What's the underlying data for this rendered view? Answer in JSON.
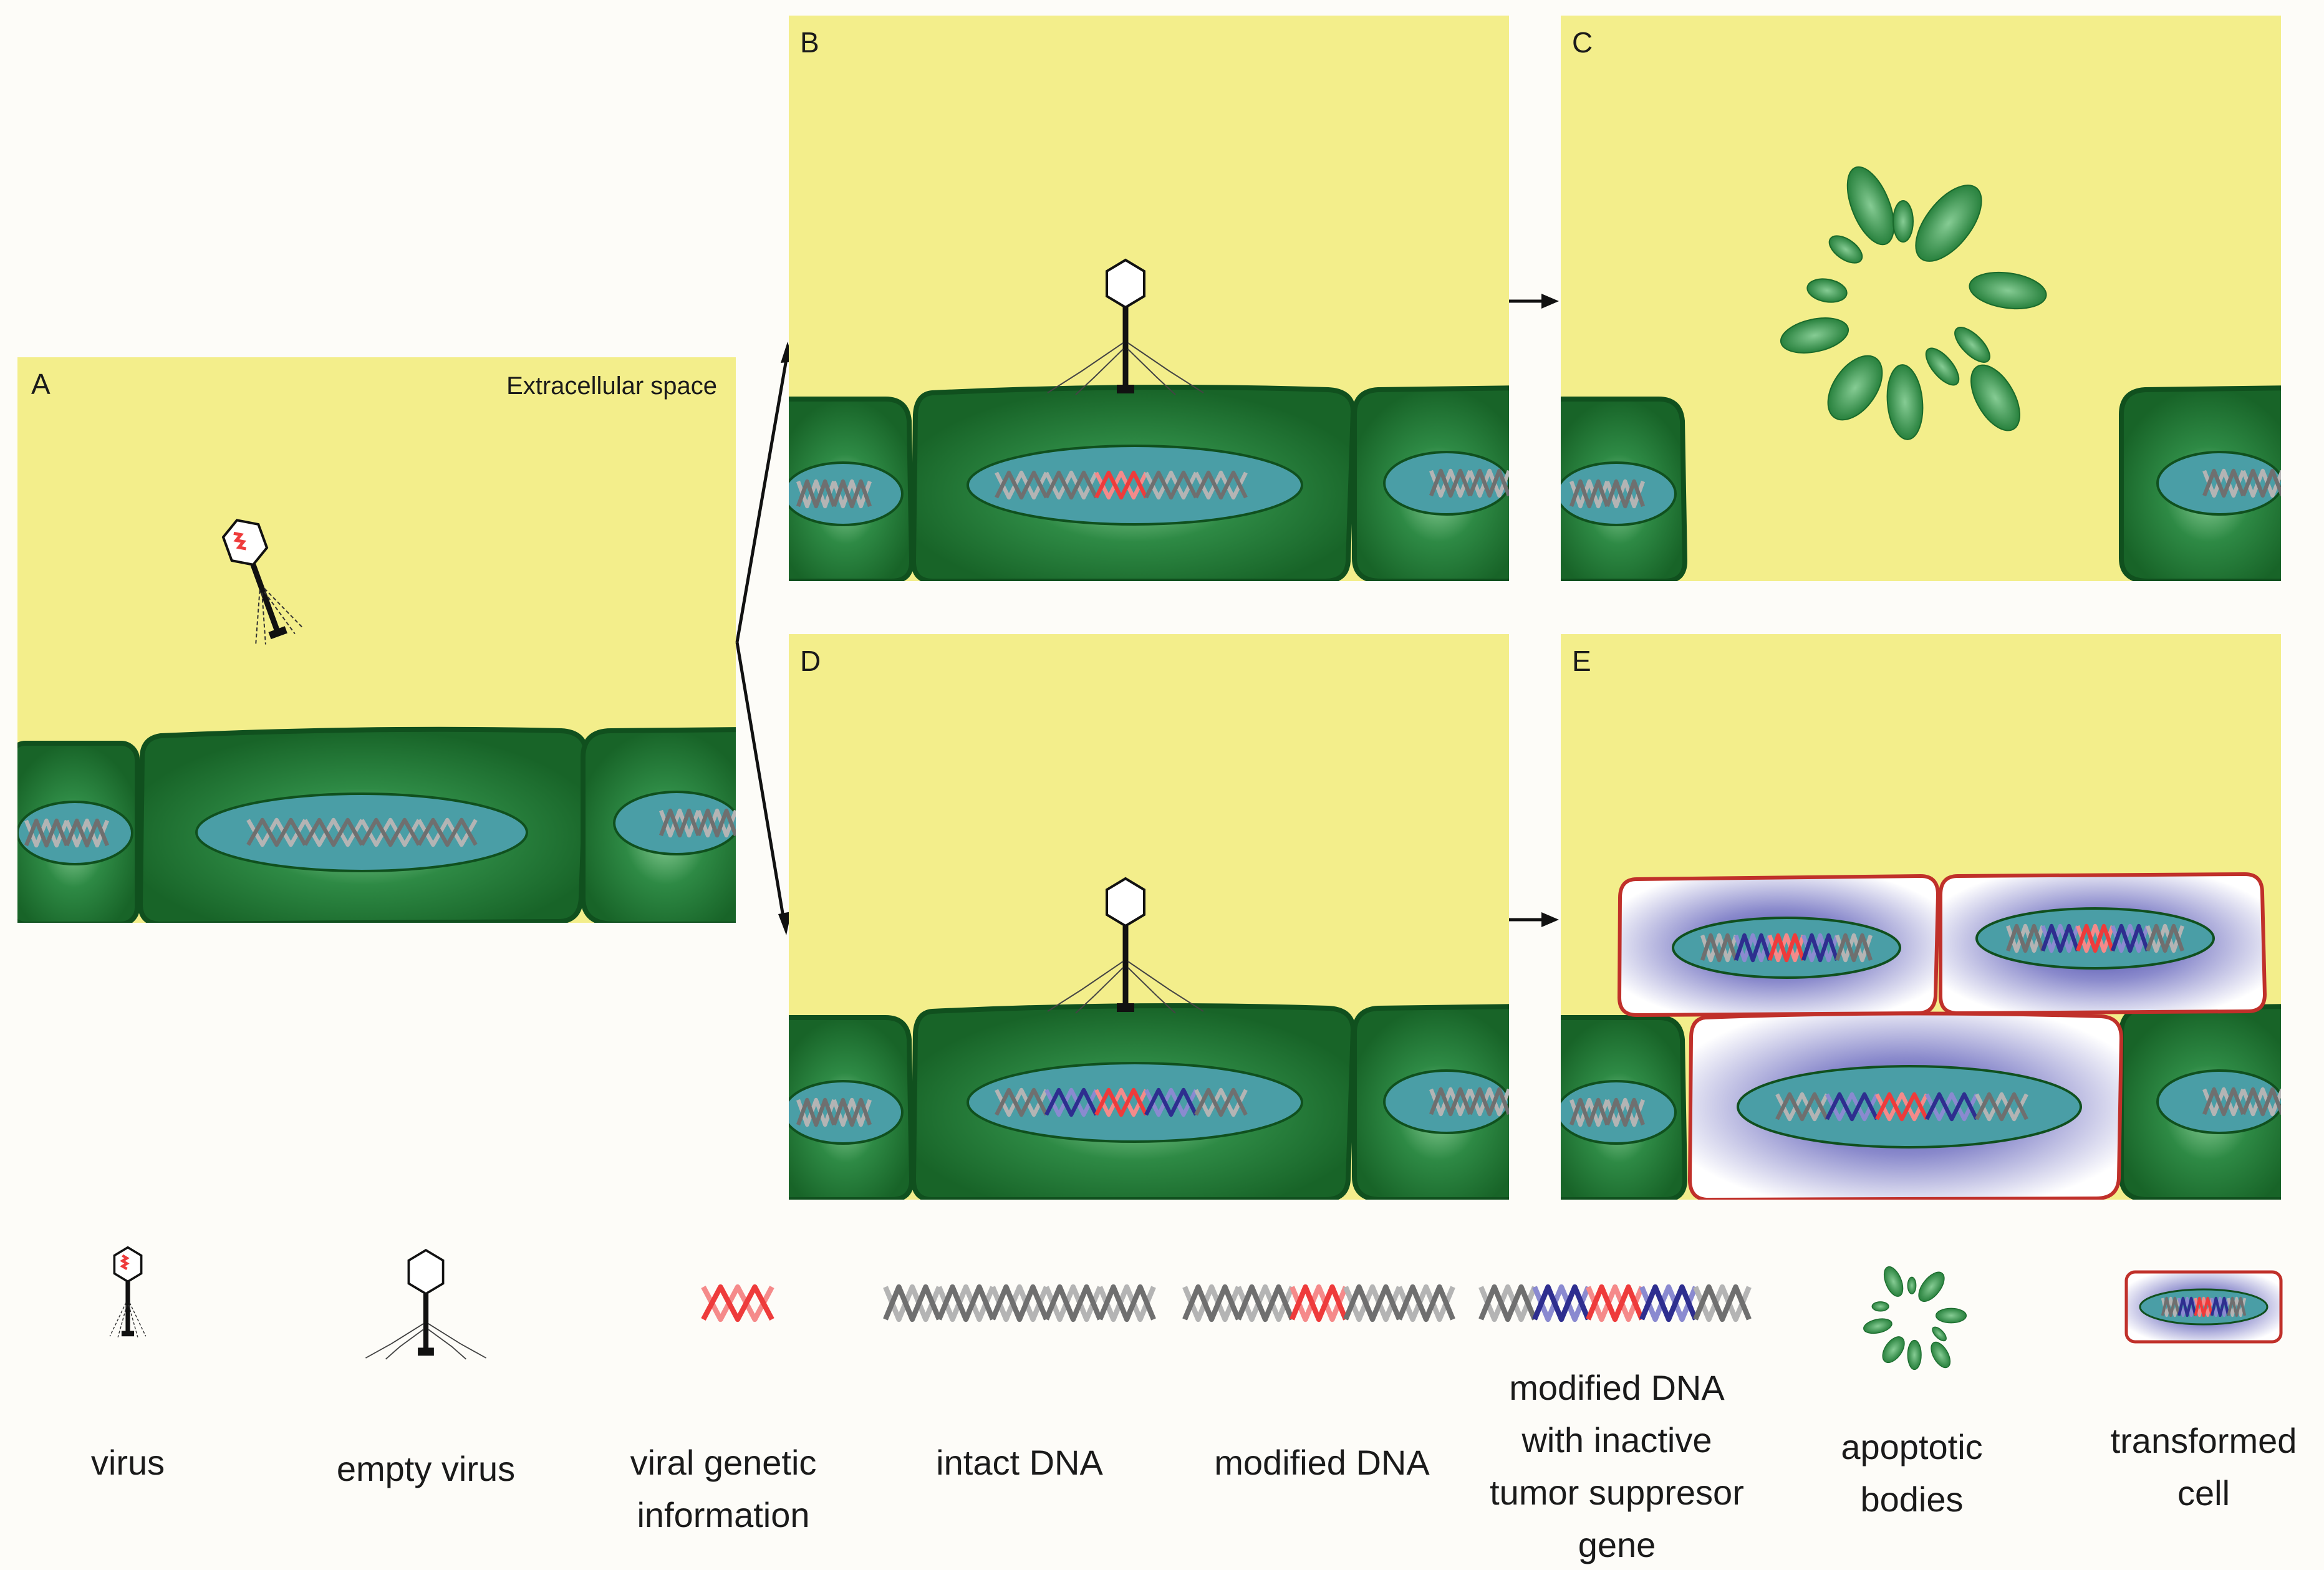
{
  "panels": {
    "a": {
      "label": "A",
      "caption": "Extracellular space"
    },
    "b": {
      "label": "B"
    },
    "c": {
      "label": "C"
    },
    "d": {
      "label": "D"
    },
    "e": {
      "label": "E"
    }
  },
  "legend": {
    "virus": [
      "virus"
    ],
    "empty_virus": [
      "empty virus"
    ],
    "viral_info": [
      "viral genetic",
      "information"
    ],
    "intact_dna": [
      "intact DNA"
    ],
    "modified_dna": [
      "modified DNA"
    ],
    "modified_dna_tsg": [
      "modified DNA",
      "with inactive",
      "tumor suppresor",
      "gene"
    ],
    "apoptotic": [
      "apoptotic",
      "bodies"
    ],
    "transformed": [
      "transformed",
      "cell"
    ]
  },
  "colors": {
    "background": "#fdfcf8",
    "extracellular": "#f3ee8b",
    "cell_dark": "#1b6b2e",
    "cell_light": "#7cc08a",
    "nucleus": "#4a9ea6",
    "dna_gray": "#6f6f6f",
    "dna_light": "#b4b4b4",
    "viral_red": "#ee3b3b",
    "tsg_blue": "#2e2e8f",
    "transformed_border": "#c0302a",
    "transformed_glow": "#6a6ab8"
  }
}
